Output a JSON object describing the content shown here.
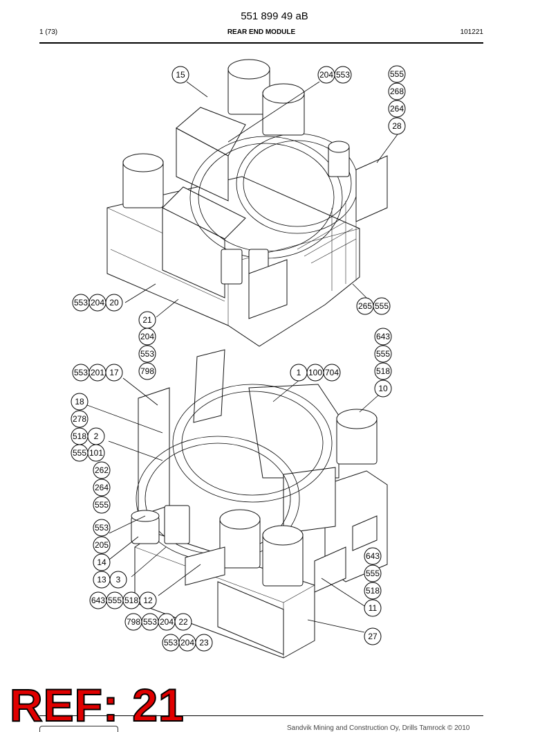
{
  "header": {
    "doc_number": "551 899 49 aB",
    "page": "1 (73)",
    "title": "REAR END MODULE",
    "date_code": "101221"
  },
  "footer": {
    "copyright": "Sandvik Mining and Construction Oy, Drills Tamrock © 2010"
  },
  "stamp": "REF: 21",
  "callouts": {
    "top": [
      [
        "15"
      ],
      [
        "204",
        "553"
      ],
      [
        "555"
      ],
      [
        "268"
      ],
      [
        "264"
      ],
      [
        "28"
      ],
      [
        "553",
        "204",
        "20"
      ],
      [
        "265",
        "555"
      ],
      [
        "21"
      ],
      [
        "204"
      ],
      [
        "553"
      ],
      [
        "798"
      ]
    ],
    "bottom": [
      [
        "643"
      ],
      [
        "555"
      ],
      [
        "553",
        "201",
        "17"
      ],
      [
        "1",
        "100",
        "704"
      ],
      [
        "518"
      ],
      [
        "10"
      ],
      [
        "18"
      ],
      [
        "278"
      ],
      [
        "518",
        "2"
      ],
      [
        "555",
        "101"
      ],
      [
        "262"
      ],
      [
        "264"
      ],
      [
        "555"
      ],
      [
        "553"
      ],
      [
        "205"
      ],
      [
        "14"
      ],
      [
        "13",
        "3"
      ],
      [
        "643",
        "555",
        "518",
        "12"
      ],
      [
        "798",
        "553",
        "204",
        "22"
      ],
      [
        "553",
        "204",
        "23"
      ],
      [
        "643"
      ],
      [
        "555"
      ],
      [
        "518"
      ],
      [
        "11"
      ],
      [
        "27"
      ]
    ]
  }
}
